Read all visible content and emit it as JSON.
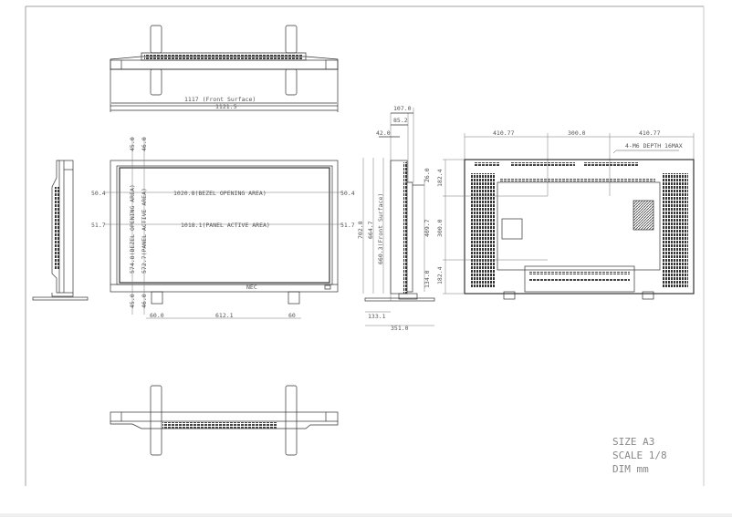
{
  "drawing": {
    "frame": {
      "border_color": "#a0a0a0"
    },
    "line_color": "#333333",
    "top_view": {
      "front_surface_label": "1117 (Front Surface)",
      "overall_width_label": "1121.5"
    },
    "front_view": {
      "top_bezel_left": "45.0",
      "top_bezel_right": "46.0",
      "bottom_bezel_left": "45.0",
      "bottom_bezel_right": "46.0",
      "bezel_opening_width": "1020.8(BEZEL OPENING AREA)",
      "panel_active_width": "1018.1(PANEL ACTIVE AREA)",
      "bezel_opening_height": "574.8(BEZEL OPENING AREA)",
      "panel_active_height": "572.7(PANEL ACTIVE AREA)",
      "left_margin_bezel": "50.4",
      "right_margin_bezel": "50.4",
      "left_margin_panel": "51.7",
      "right_margin_panel": "51.7",
      "stand_offset_left": "60.0",
      "stand_spacing": "612.1",
      "stand_offset_right": "60",
      "logo": "NEC"
    },
    "side_view": {
      "depth_total": "107.0",
      "depth_mid": "85.2",
      "depth_front": "42.0",
      "top_offset": "26.0",
      "overall_height": "702.8",
      "height_664": "664.7",
      "front_surface_height": "660.3(Front Surface)",
      "inner_height": "409.7",
      "bottom_offset": "134.0",
      "stand_front": "133.1",
      "stand_depth": "351.0"
    },
    "rear_view": {
      "mount_left": "410.77",
      "mount_center": "300.0",
      "mount_right": "410.77",
      "mount_note": "4-M6 DEPTH 16MAX",
      "vert_top": "182.4",
      "vert_mid": "300.0",
      "vert_bottom": "182.4"
    },
    "title_block": {
      "size": "SIZE A3",
      "scale": "SCALE 1/8",
      "units": "DIM mm"
    }
  }
}
